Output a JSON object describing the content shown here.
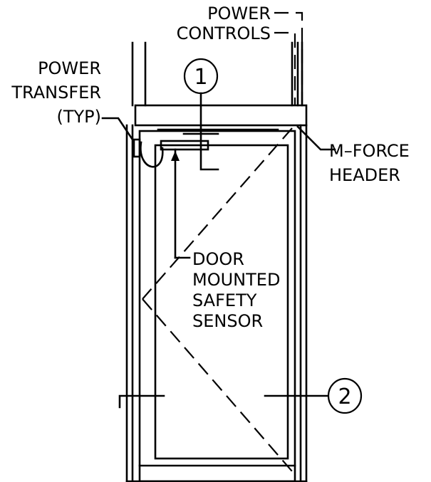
{
  "labels": {
    "power_controls": [
      "POWER",
      "CONTROLS"
    ],
    "power_transfer": [
      "POWER",
      "TRANSFER",
      "(TYP)"
    ],
    "mforce_header": [
      "M–FORCE",
      "HEADER"
    ],
    "safety_sensor": [
      "DOOR",
      "MOUNTED",
      "SAFETY",
      "SENSOR"
    ]
  },
  "callouts": [
    "1",
    "2"
  ]
}
